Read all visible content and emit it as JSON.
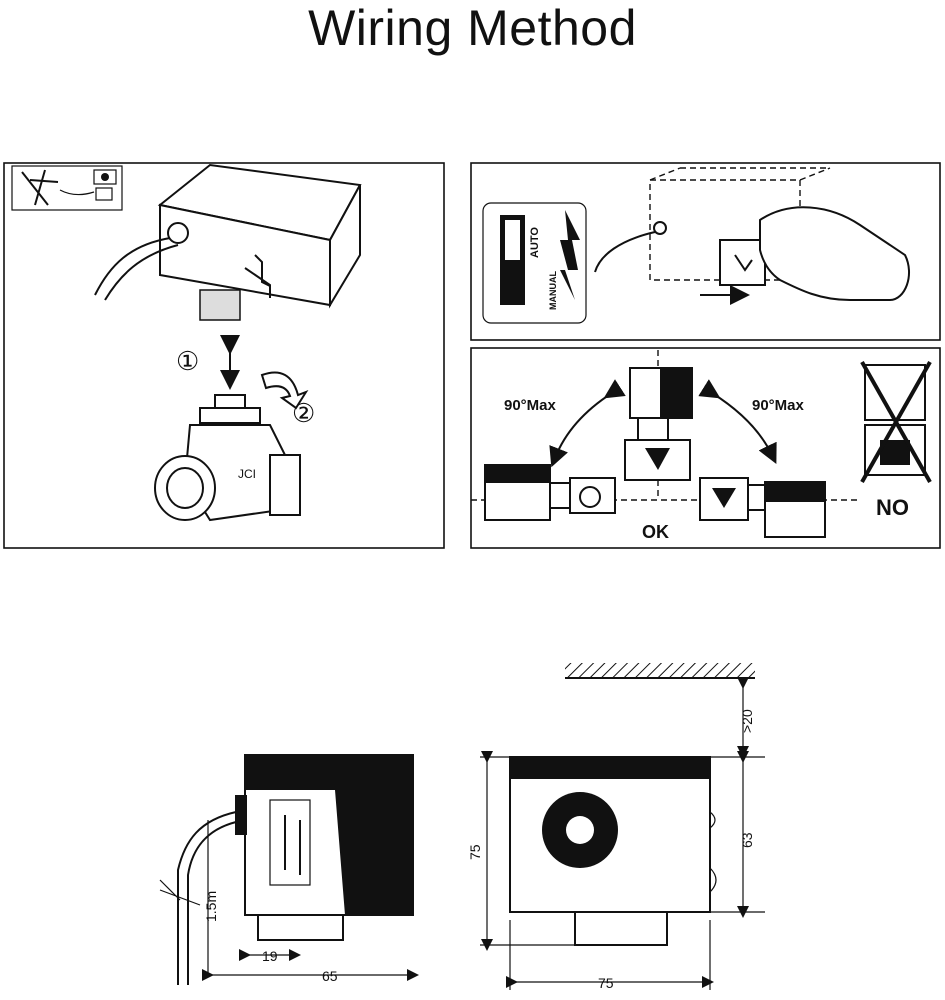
{
  "title": "Wiring Method",
  "steps": {
    "step1": "①",
    "step2": "②"
  },
  "valve_mark": "JCI",
  "mode_switch": {
    "auto": "AUTO",
    "manual": "MANUAL"
  },
  "orientation": {
    "left_angle": "90°Max",
    "right_angle": "90°Max",
    "ok": "OK",
    "no": "NO"
  },
  "dimensions": {
    "cable": "1.5m",
    "offset": "19",
    "side_width": "65",
    "front_width": "75",
    "height_total": "75",
    "height_body": "63",
    "clearance": ">20"
  },
  "icons": [
    "valve-actuator-icon",
    "rotate-arrow-icon",
    "hand-icon",
    "prohibited-cross-icon",
    "manual-auto-switch-icon"
  ]
}
